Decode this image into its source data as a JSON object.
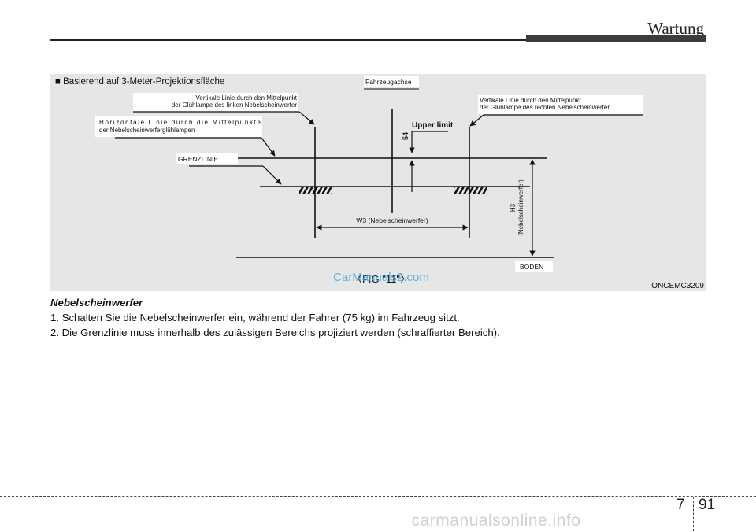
{
  "header": {
    "title": "Wartung"
  },
  "figure": {
    "basis_label": "■ Basierend auf 3-Meter-Projektionsfläche",
    "vehicle_axis": "Fahrzeugachse",
    "left_vertical_line_1": "Vertikale Linie durch den Mittelpunkt",
    "left_vertical_line_2": "der Glühlampe des linken Nebelscheinwerfer",
    "right_vertical_line_1": "Vertikale Linie durch den Mittelpunkt",
    "right_vertical_line_2": "der Glühlampe des rechten Nebelscheinwerfer",
    "horizontal_line_1": "Horizontale Linie durch die Mittelpunkte",
    "horizontal_line_2": "der Nebelscheinwerferglühlampen",
    "upper_limit": "Upper limit",
    "dimension_54": "54",
    "cutoff_line": "GRENZLINIE",
    "width_label": "W3 (Nebelscheinwerfer)",
    "height_label_1": "H3",
    "height_label_2": "(Nebelscheinwerfer)",
    "ground": "BODEN",
    "fig_label": "〈FIG \"11\"〉",
    "overlay_site": "CarManuals2.com",
    "figure_code": "ONCEMC3209"
  },
  "body": {
    "heading": "Nebelscheinwerfer",
    "step_1": "1. Schalten Sie die Nebelscheinwerfer ein, während der Fahrer (75 kg) im Fahrzeug sitzt.",
    "step_2": "2. Die Grenzlinie muss innerhalb des zulässigen Bereichs projiziert werden (schraffierter Bereich)."
  },
  "footer": {
    "chapter": "7",
    "page": "91",
    "watermark": "carmanualsonline.info"
  }
}
